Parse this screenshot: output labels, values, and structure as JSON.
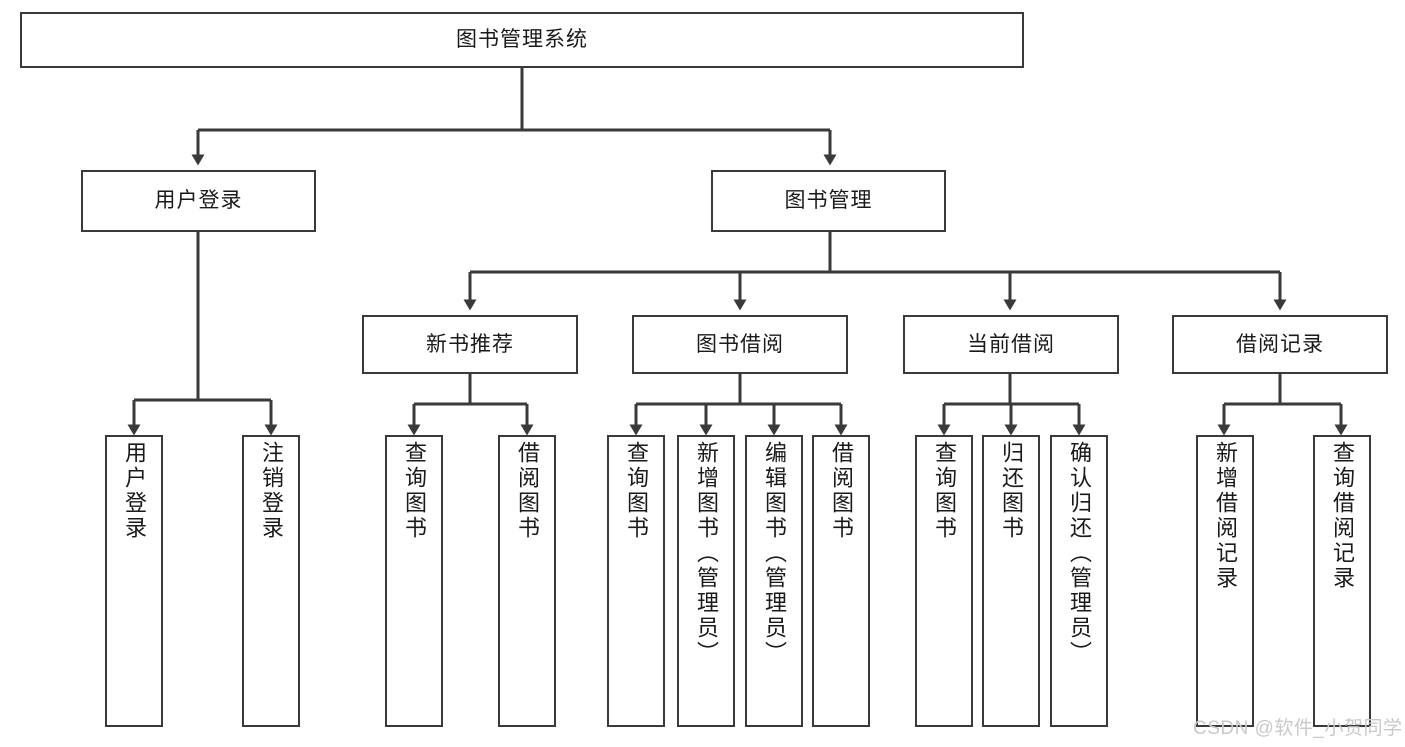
{
  "diagram": {
    "type": "tree-hierarchy-chart",
    "title": "图书管理系统",
    "watermark": "CSDN @软件_小贺同学",
    "colors": {
      "box_border": "#3a3a3a",
      "box_fill": "#ffffff",
      "connector": "#3a3a3a",
      "text": "#1a1a1a",
      "watermark": "#c9c9c9"
    },
    "levels": {
      "root": {
        "label": "图书管理系统"
      },
      "level2": [
        {
          "label": "用户登录"
        },
        {
          "label": "图书管理"
        }
      ],
      "level3": [
        {
          "label": "新书推荐"
        },
        {
          "label": "图书借阅"
        },
        {
          "label": "当前借阅"
        },
        {
          "label": "借阅记录"
        }
      ],
      "leaves": {
        "user_login": [
          {
            "label": "用户登录"
          },
          {
            "label": "注销登录"
          }
        ],
        "new_book_recommend": [
          {
            "label": "查询图书"
          },
          {
            "label": "借阅图书"
          }
        ],
        "book_borrow": [
          {
            "label": "查询图书"
          },
          {
            "label": "新增图书（管理员）"
          },
          {
            "label": "编辑图书（管理员）"
          },
          {
            "label": "借阅图书"
          }
        ],
        "current_borrow": [
          {
            "label": "查询图书"
          },
          {
            "label": "归还图书"
          },
          {
            "label": "确认归还（管理员）"
          }
        ],
        "borrow_record": [
          {
            "label": "新增借阅记录"
          },
          {
            "label": "查询借阅记录"
          }
        ]
      }
    }
  }
}
